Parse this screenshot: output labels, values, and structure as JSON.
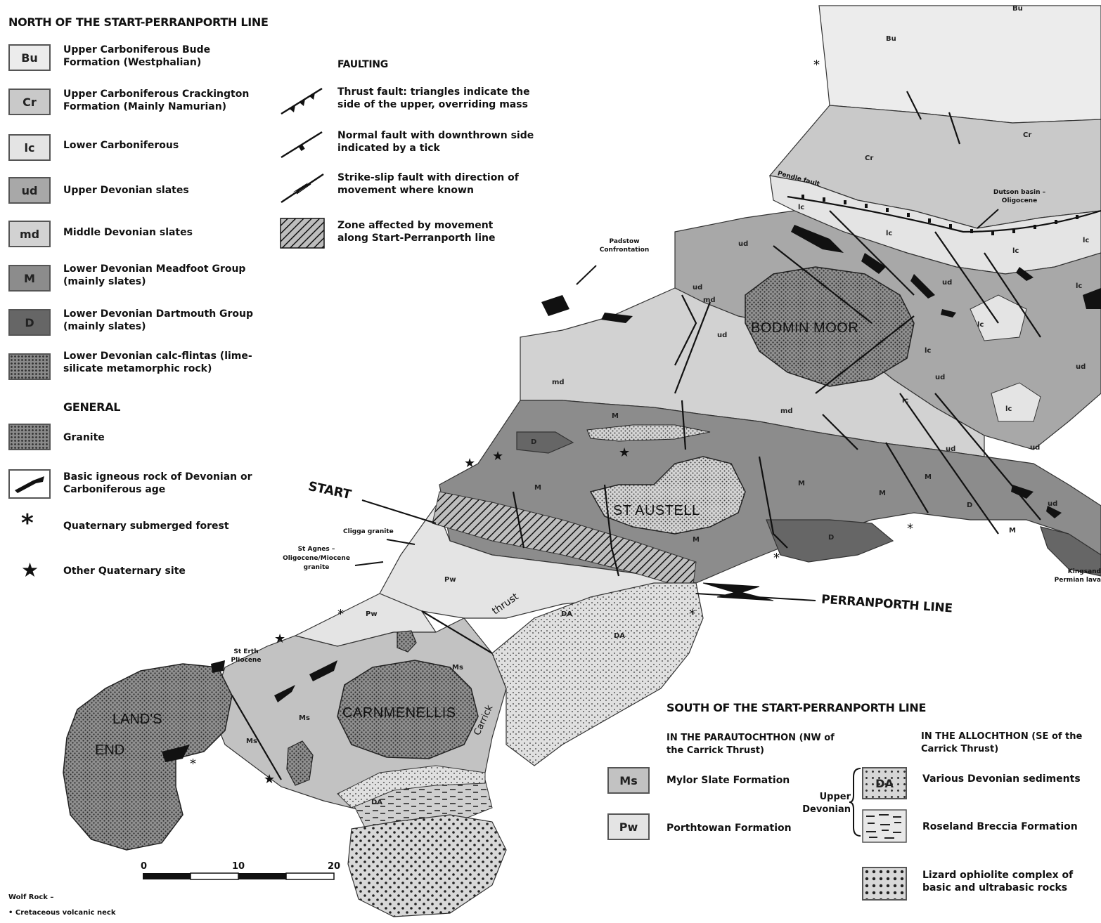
{
  "legend": {
    "north_heading": "NORTH OF THE START-PERRANPORTH LINE",
    "north_units": [
      {
        "code": "Bu",
        "label": "Upper Carboniferous Bude Formation (Westphalian)",
        "fill": "#ececec"
      },
      {
        "code": "Cr",
        "label": "Upper Carboniferous Crackington Formation (Mainly Namurian)",
        "fill": "#c9c9c9"
      },
      {
        "code": "lc",
        "label": "Lower Carboniferous",
        "fill": "#e4e4e4"
      },
      {
        "code": "ud",
        "label": "Upper Devonian slates",
        "fill": "#a8a8a8"
      },
      {
        "code": "md",
        "label": "Middle Devonian slates",
        "fill": "#d2d2d2"
      },
      {
        "code": "M",
        "label": "Lower Devonian Meadfoot Group (mainly slates)",
        "fill": "#8c8c8c"
      },
      {
        "code": "D",
        "label": "Lower Devonian Dartmouth Group (mainly slates)",
        "fill": "#666666"
      },
      {
        "code": "",
        "label": "Lower Devonian calc-flintas (lime-silicate metamorphic rock)",
        "fill": "#8a8a8a"
      }
    ],
    "general_heading": "GENERAL",
    "general_items": [
      {
        "label": "Granite",
        "icon": "granite-swatch"
      },
      {
        "label": "Basic igneous rock of Devonian or Carboniferous age",
        "icon": "igneous-swatch"
      },
      {
        "label": "Quaternary submerged forest",
        "icon": "asterisk-icon"
      },
      {
        "label": "Other Quaternary site",
        "icon": "star-icon"
      }
    ],
    "faulting_heading": "FAULTING",
    "faulting_items": [
      {
        "label": "Thrust fault: triangles indicate the side of the upper, overriding mass",
        "icon": "thrust-fault-icon"
      },
      {
        "label": "Normal fault with downthrown side indicated by a tick",
        "icon": "normal-fault-icon"
      },
      {
        "label": "Strike-slip fault with direction of movement where known",
        "icon": "strike-slip-fault-icon"
      },
      {
        "label": "Zone affected by movement along Start-Perranporth line",
        "icon": "hatched-zone-icon"
      }
    ],
    "south_heading": "SOUTH OF THE START-PERRANPORTH LINE",
    "parautochthon_heading": "IN THE PARAUTOCHTHON (NW of the Carrick Thrust)",
    "allochthon_heading": "IN THE ALLOCHTHON (SE of the Carrick Thrust)",
    "parautochthon_units": [
      {
        "code": "Ms",
        "label": "Mylor Slate Formation"
      },
      {
        "code": "Pw",
        "label": "Porthtowan Formation"
      }
    ],
    "upper_devonian_brace": "Upper Devonian",
    "allochthon_units": [
      {
        "code": "DA",
        "label": "Various Devonian sediments"
      },
      {
        "code": "",
        "label": "Roseland Breccia Formation"
      },
      {
        "code": "",
        "label": "Lizard ophiolite complex of basic and ultrabasic rocks"
      }
    ]
  },
  "scale_bar": {
    "ticks": [
      "0",
      "10",
      "20"
    ]
  },
  "wolf_rock": {
    "line1": "Wolf Rock –",
    "line2": "• Cretaceous volcanic neck"
  },
  "map_labels": {
    "start": "START",
    "perranporth_line": "PERRANPORTH LINE",
    "thrust": "thrust",
    "carrick": "Carrick",
    "bodmin": "BODMIN MOOR",
    "st_austell": "ST AUSTELL",
    "carnmenellis": "CARNMENELLIS",
    "lands": "LAND'S",
    "end": "END",
    "padstow": "Padstow Confrontation",
    "dutson": "Dutson basin – Oligocene",
    "kingsand": "Kingsand Permian lava",
    "cligga": "Cligga granite",
    "st_agnes": "St Agnes – Oligocene/Miocene granite",
    "st_erth": "St Erth Pliocene",
    "pendle": "Pendle fault"
  }
}
